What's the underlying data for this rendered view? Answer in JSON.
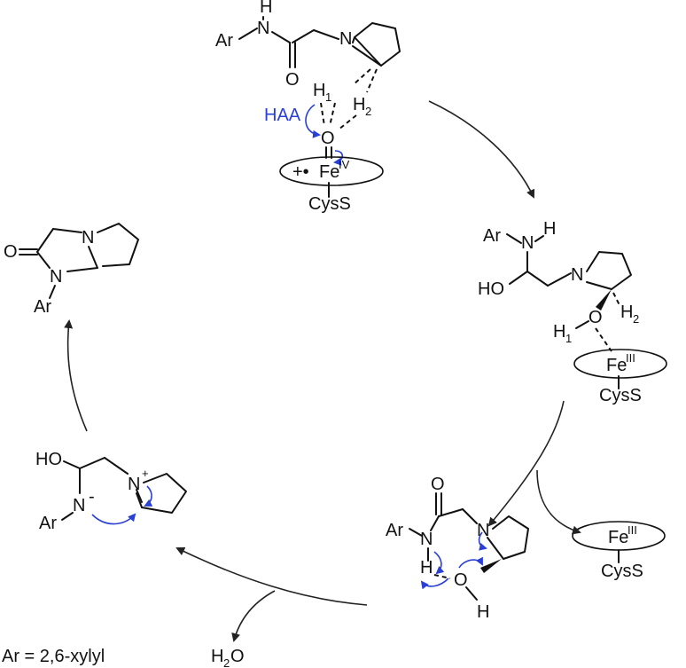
{
  "accent_blue": "#2a3fd6",
  "labels": {
    "ar": "Ar",
    "n": "N",
    "h": "H",
    "o": "O",
    "ho": "HO",
    "h1": "H",
    "h1_sub": "1",
    "h2": "H",
    "h2_sub": "2",
    "haa": "HAA",
    "fe": "Fe",
    "fe_iv": "IV",
    "fe_iii": "III",
    "cyss": "CysS",
    "radical_cation": "+•",
    "n_plus": "+",
    "n_minus": "-",
    "ar_def": "Ar = 2,6-xylyl",
    "water": "H",
    "water_sub": "2",
    "water_o": "O"
  }
}
